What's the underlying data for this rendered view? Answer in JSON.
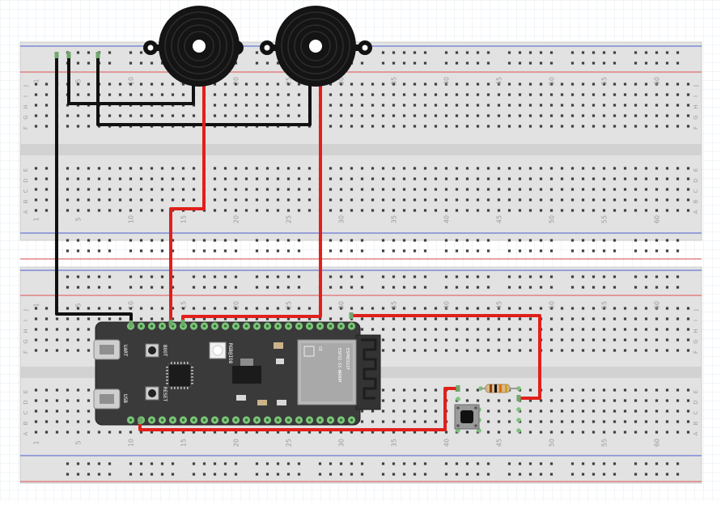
{
  "breadboard": {
    "column_numbers": [
      "1",
      "5",
      "10",
      "15",
      "20",
      "25",
      "30",
      "35",
      "40",
      "45",
      "50",
      "55",
      "60"
    ],
    "row_letters_top": [
      "J",
      "I",
      "H",
      "G",
      "F",
      "E",
      "D",
      "C",
      "B",
      "A"
    ],
    "row_letters_bottom": [
      "J",
      "I",
      "H",
      "G",
      "F",
      "E",
      "D",
      "C",
      "B",
      "A"
    ]
  },
  "esp32_board": {
    "port_labels": [
      "UART",
      "USB"
    ],
    "button_labels": [
      "BOOT",
      "RESET"
    ],
    "led_label": "RGB@IO8",
    "module": {
      "brand": "ESPRESSIF",
      "model": "ESP32-S3-WROOM",
      "ce_mark": "CE"
    }
  },
  "colors": {
    "wire_red": "#e0201b",
    "wire_black": "#111111",
    "rail_red": "#e05050",
    "rail_blue": "#4a5fd0",
    "pcb": "#3a3a3a",
    "pin_green": "#7cc47a"
  },
  "icons": [
    "buzzer-icon",
    "pushbutton-icon",
    "resistor-icon"
  ]
}
